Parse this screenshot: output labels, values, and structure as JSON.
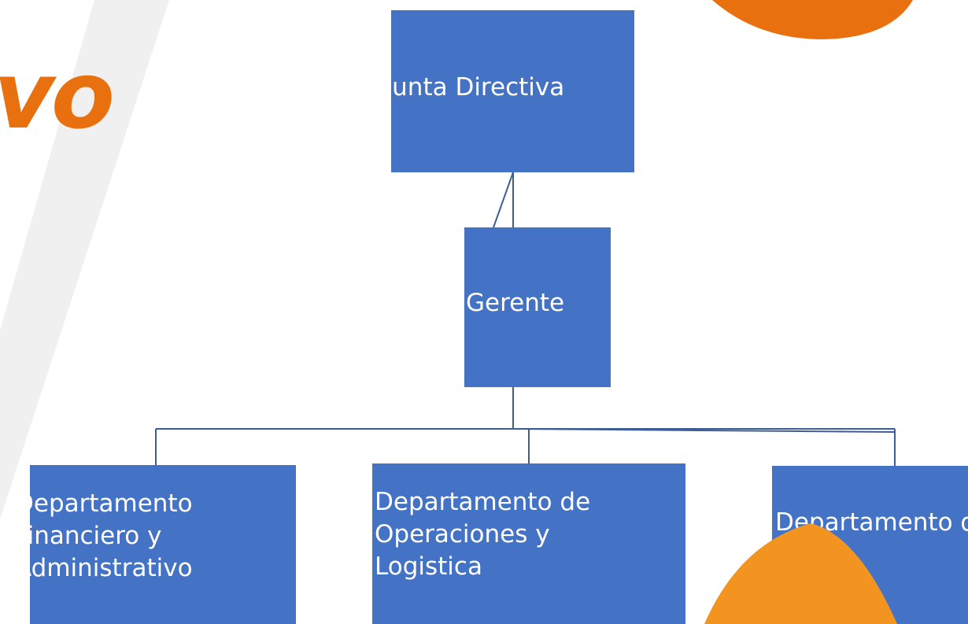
{
  "colors": {
    "box_fill": "#4472c4",
    "box_text": "#ffffff",
    "connector": "#3d5e94",
    "accent_orange": "#e8700f",
    "accent_orange_light": "#f2941f",
    "stripe": "#f0f0f0"
  },
  "title_fragment": "vo",
  "org_chart": {
    "root": {
      "label": "Junta Directiva"
    },
    "manager": {
      "label": "Gerente"
    },
    "departments": [
      {
        "label": "Departamento\nFinanciero y\nAdministrativo"
      },
      {
        "label": "Departamento de\nOperaciones y\nLogistica"
      },
      {
        "label": "Departamento\nde comercial"
      }
    ]
  }
}
